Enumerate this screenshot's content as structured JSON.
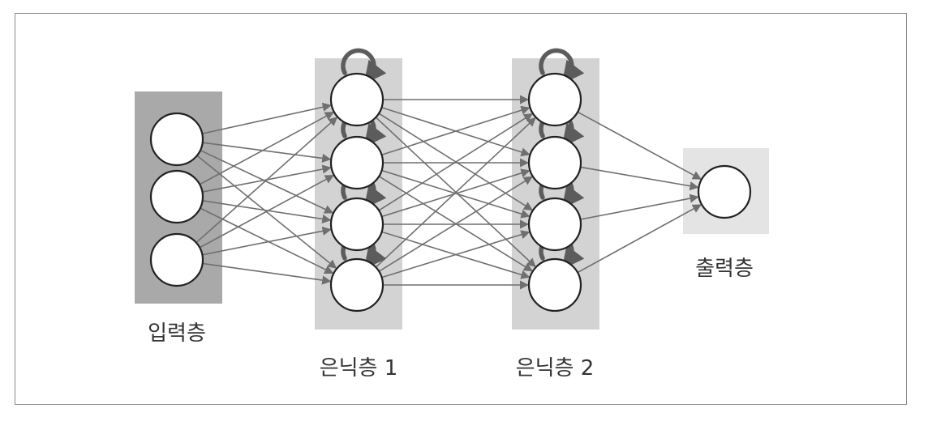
{
  "diagram": {
    "layers": [
      {
        "id": "input",
        "label": "입력층",
        "nodes": 3,
        "recurrent": false
      },
      {
        "id": "hidden1",
        "label": "은닉층 1",
        "nodes": 4,
        "recurrent": true
      },
      {
        "id": "hidden2",
        "label": "은닉층 2",
        "nodes": 4,
        "recurrent": true
      },
      {
        "id": "output",
        "label": "출력층",
        "nodes": 1,
        "recurrent": false
      }
    ],
    "colors": {
      "input_panel": "#a9a9a9",
      "hidden_panel": "#d3d3d3",
      "output_panel": "#e4e4e4",
      "edge": "#6f6f6f",
      "loop": "#5c5c5c",
      "node_stroke": "#222222",
      "node_fill": "#ffffff"
    }
  }
}
